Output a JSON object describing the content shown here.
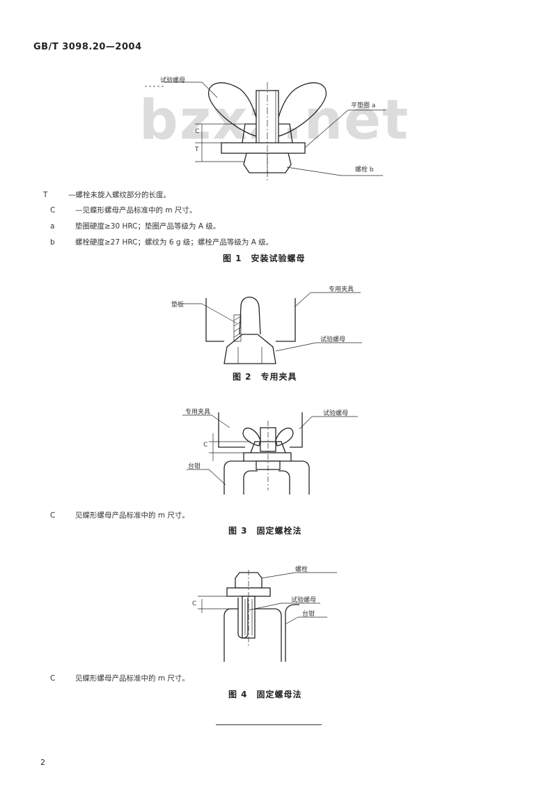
{
  "header": {
    "standard": "GB/T 3098.20—2004"
  },
  "watermark": "bzxz.net",
  "figure1": {
    "label_test_nut": "试验螺母",
    "label_washer": "平垫圈 a",
    "label_bolt": "螺栓 b",
    "dim_c": "C",
    "dim_t": "T",
    "notes": [
      {
        "key": "T",
        "text": "—螺栓未旋入螺纹部分的长度。"
      },
      {
        "key": "C",
        "text": "—见蝶形螺母产品标准中的 m 尺寸。"
      },
      {
        "key": "a",
        "text": "垫圈硬度≥30 HRC；垫圈产品等级为 A 级。"
      },
      {
        "key": "b",
        "text": "螺栓硬度≥27 HRC；螺纹为 6 g 级；螺栓产品等级为 A 级。"
      }
    ],
    "caption": "图 1　安装试验螺母"
  },
  "figure2": {
    "label_pad": "垫板",
    "label_fixture": "专用夹具",
    "label_test_nut": "试验螺母",
    "caption": "图 2　专用夹具"
  },
  "figure3": {
    "label_fixture": "专用夹具",
    "label_test_nut": "试验螺母",
    "label_bench": "台钳",
    "dim_c": "C",
    "note": {
      "key": "C",
      "text": "见蝶形螺母产品标准中的 m 尺寸。"
    },
    "caption": "图 3　固定螺栓法"
  },
  "figure4": {
    "label_bolt": "螺栓",
    "label_test_nut": "试验螺母",
    "label_bench": "台钳",
    "dim_c": "C",
    "note": {
      "key": "C",
      "text": "见蝶形螺母产品标准中的 m 尺寸。"
    },
    "caption": "图 4　固定螺母法"
  },
  "footer": {
    "page_number": "2"
  }
}
